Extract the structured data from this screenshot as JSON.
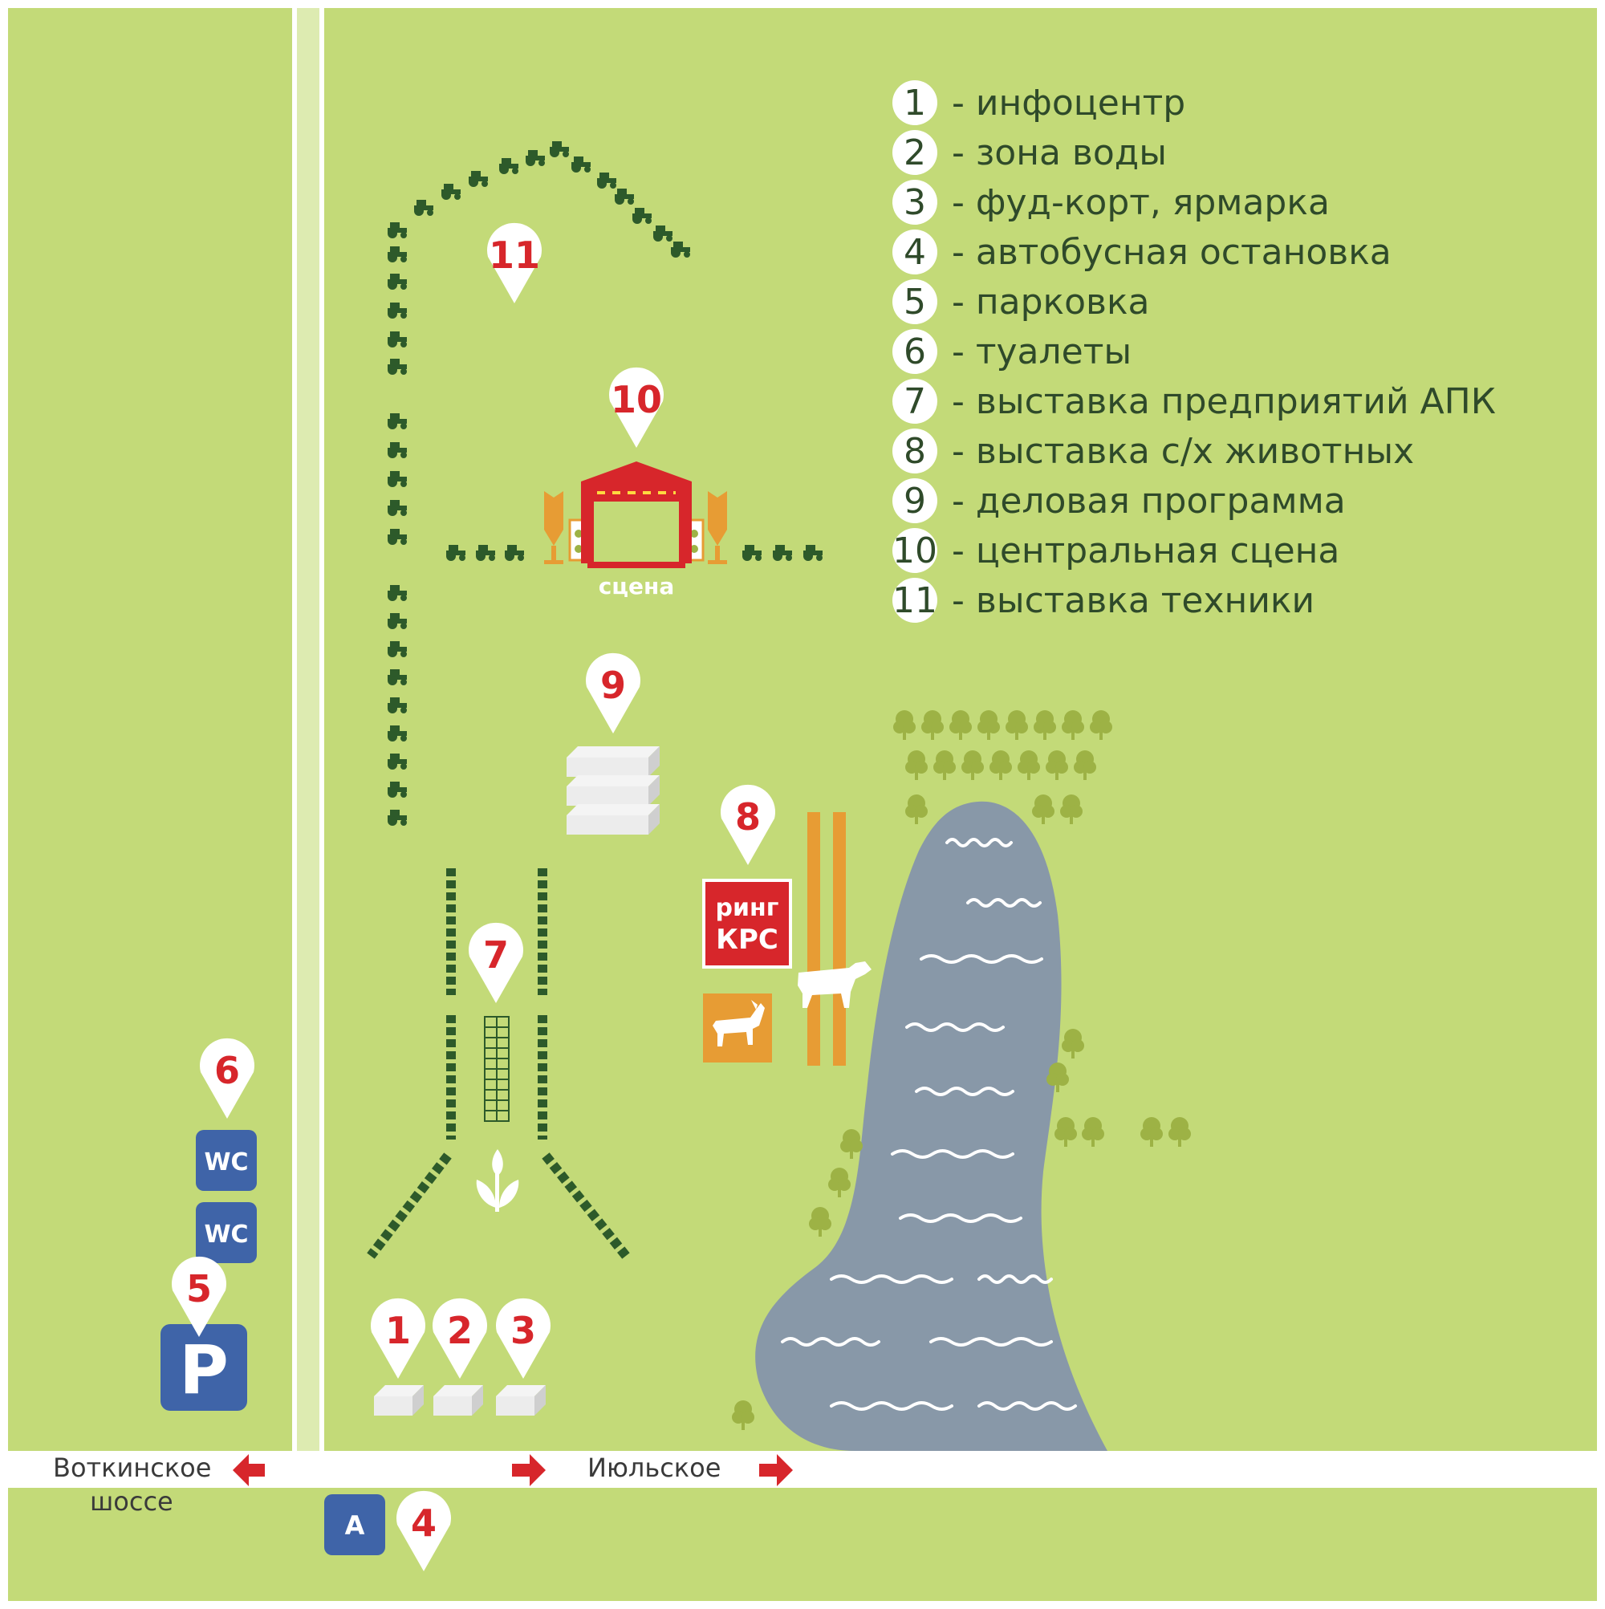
{
  "legend": [
    {
      "num": "1",
      "label": "инфоцентр"
    },
    {
      "num": "2",
      "label": "зона воды"
    },
    {
      "num": "3",
      "label": "фуд-корт, ярмарка"
    },
    {
      "num": "4",
      "label": "автобусная остановка"
    },
    {
      "num": "5",
      "label": "парковка"
    },
    {
      "num": "6",
      "label": "туалеты"
    },
    {
      "num": "7",
      "label": "выставка предприятий АПК"
    },
    {
      "num": "8",
      "label": "выставка с/х животных"
    },
    {
      "num": "9",
      "label": "деловая программа"
    },
    {
      "num": "10",
      "label": "центральная сцена"
    },
    {
      "num": "11",
      "label": "выставка техники"
    }
  ],
  "legend_dash": "-",
  "markers": {
    "m1": "1",
    "m2": "2",
    "m3": "3",
    "m4": "4",
    "m5": "5",
    "m6": "6",
    "m7": "7",
    "m8": "8",
    "m9": "9",
    "m10": "10",
    "m11": "11"
  },
  "labels": {
    "stage": "сцена",
    "ring_line1": "ринг",
    "ring_line2": "КРС",
    "wc": "WC",
    "parking": "P",
    "bus": "A",
    "road_left_line1": "Воткинское",
    "road_left_line2": "шоссе",
    "road_right": "Июльское"
  },
  "icons": [
    "tractor-icon",
    "tree-icon",
    "wave-icon",
    "goat-icon",
    "cow-icon",
    "sprout-icon",
    "arrow-left-icon",
    "arrow-right-icon",
    "location-pin-icon"
  ],
  "colors": {
    "grass": "#c3da78",
    "frame": "#ffffff",
    "road": "#ffffff",
    "path": "#ddebb1",
    "lake": "#8898a8",
    "marker_text": "#d7262b",
    "tractor": "#2d5a2a",
    "tree": "#9db245",
    "orange": "#e79c34",
    "stage_red": "#d7262b",
    "blue_sign": "#3f64a8",
    "legend_text": "#2f4a2a",
    "arrow_red": "#d7262b"
  }
}
